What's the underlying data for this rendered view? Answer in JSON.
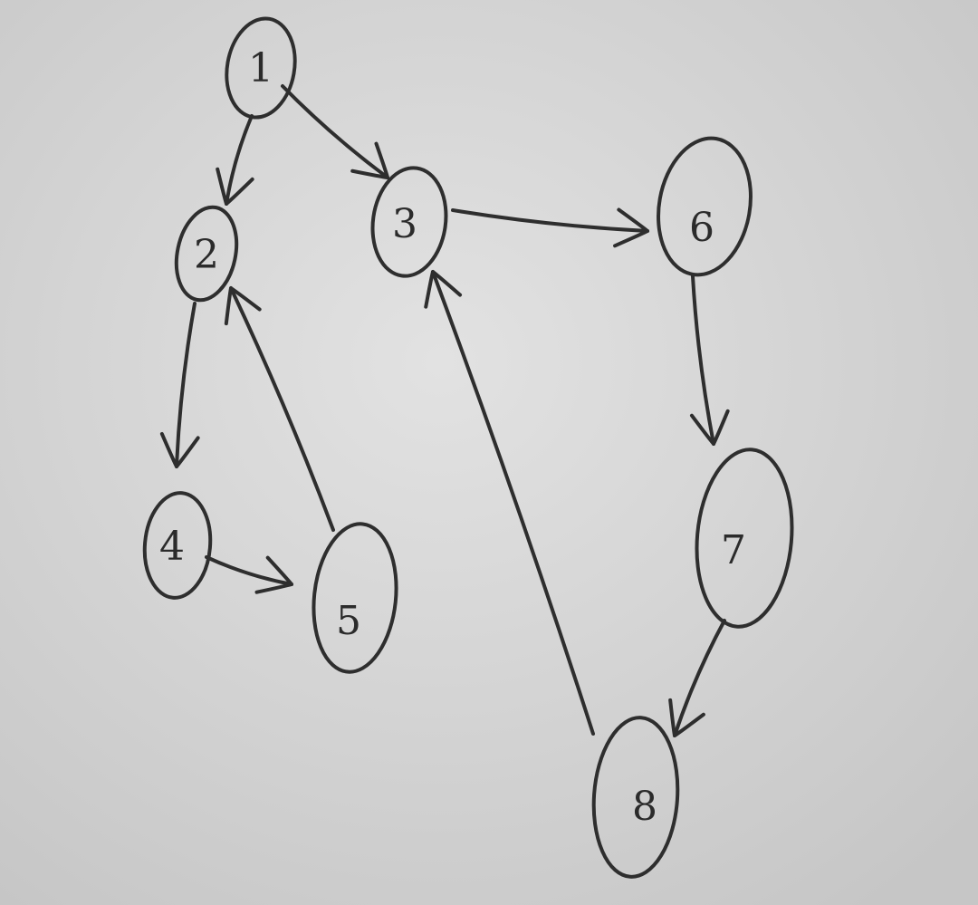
{
  "diagram": {
    "nodes": [
      {
        "id": "1",
        "label": "1"
      },
      {
        "id": "2",
        "label": "2"
      },
      {
        "id": "3",
        "label": "3"
      },
      {
        "id": "4",
        "label": "4"
      },
      {
        "id": "5",
        "label": "5"
      },
      {
        "id": "6",
        "label": "6"
      },
      {
        "id": "7",
        "label": "7"
      },
      {
        "id": "8",
        "label": "8"
      }
    ],
    "edges": [
      {
        "from": "1",
        "to": "2"
      },
      {
        "from": "1",
        "to": "3"
      },
      {
        "from": "2",
        "to": "4"
      },
      {
        "from": "4",
        "to": "5"
      },
      {
        "from": "5",
        "to": "2"
      },
      {
        "from": "3",
        "to": "6"
      },
      {
        "from": "6",
        "to": "7"
      },
      {
        "from": "7",
        "to": "8"
      },
      {
        "from": "8",
        "to": "3"
      }
    ],
    "colors": {
      "paper": "#d4d4d4",
      "ink": "#2e2e2e"
    }
  }
}
